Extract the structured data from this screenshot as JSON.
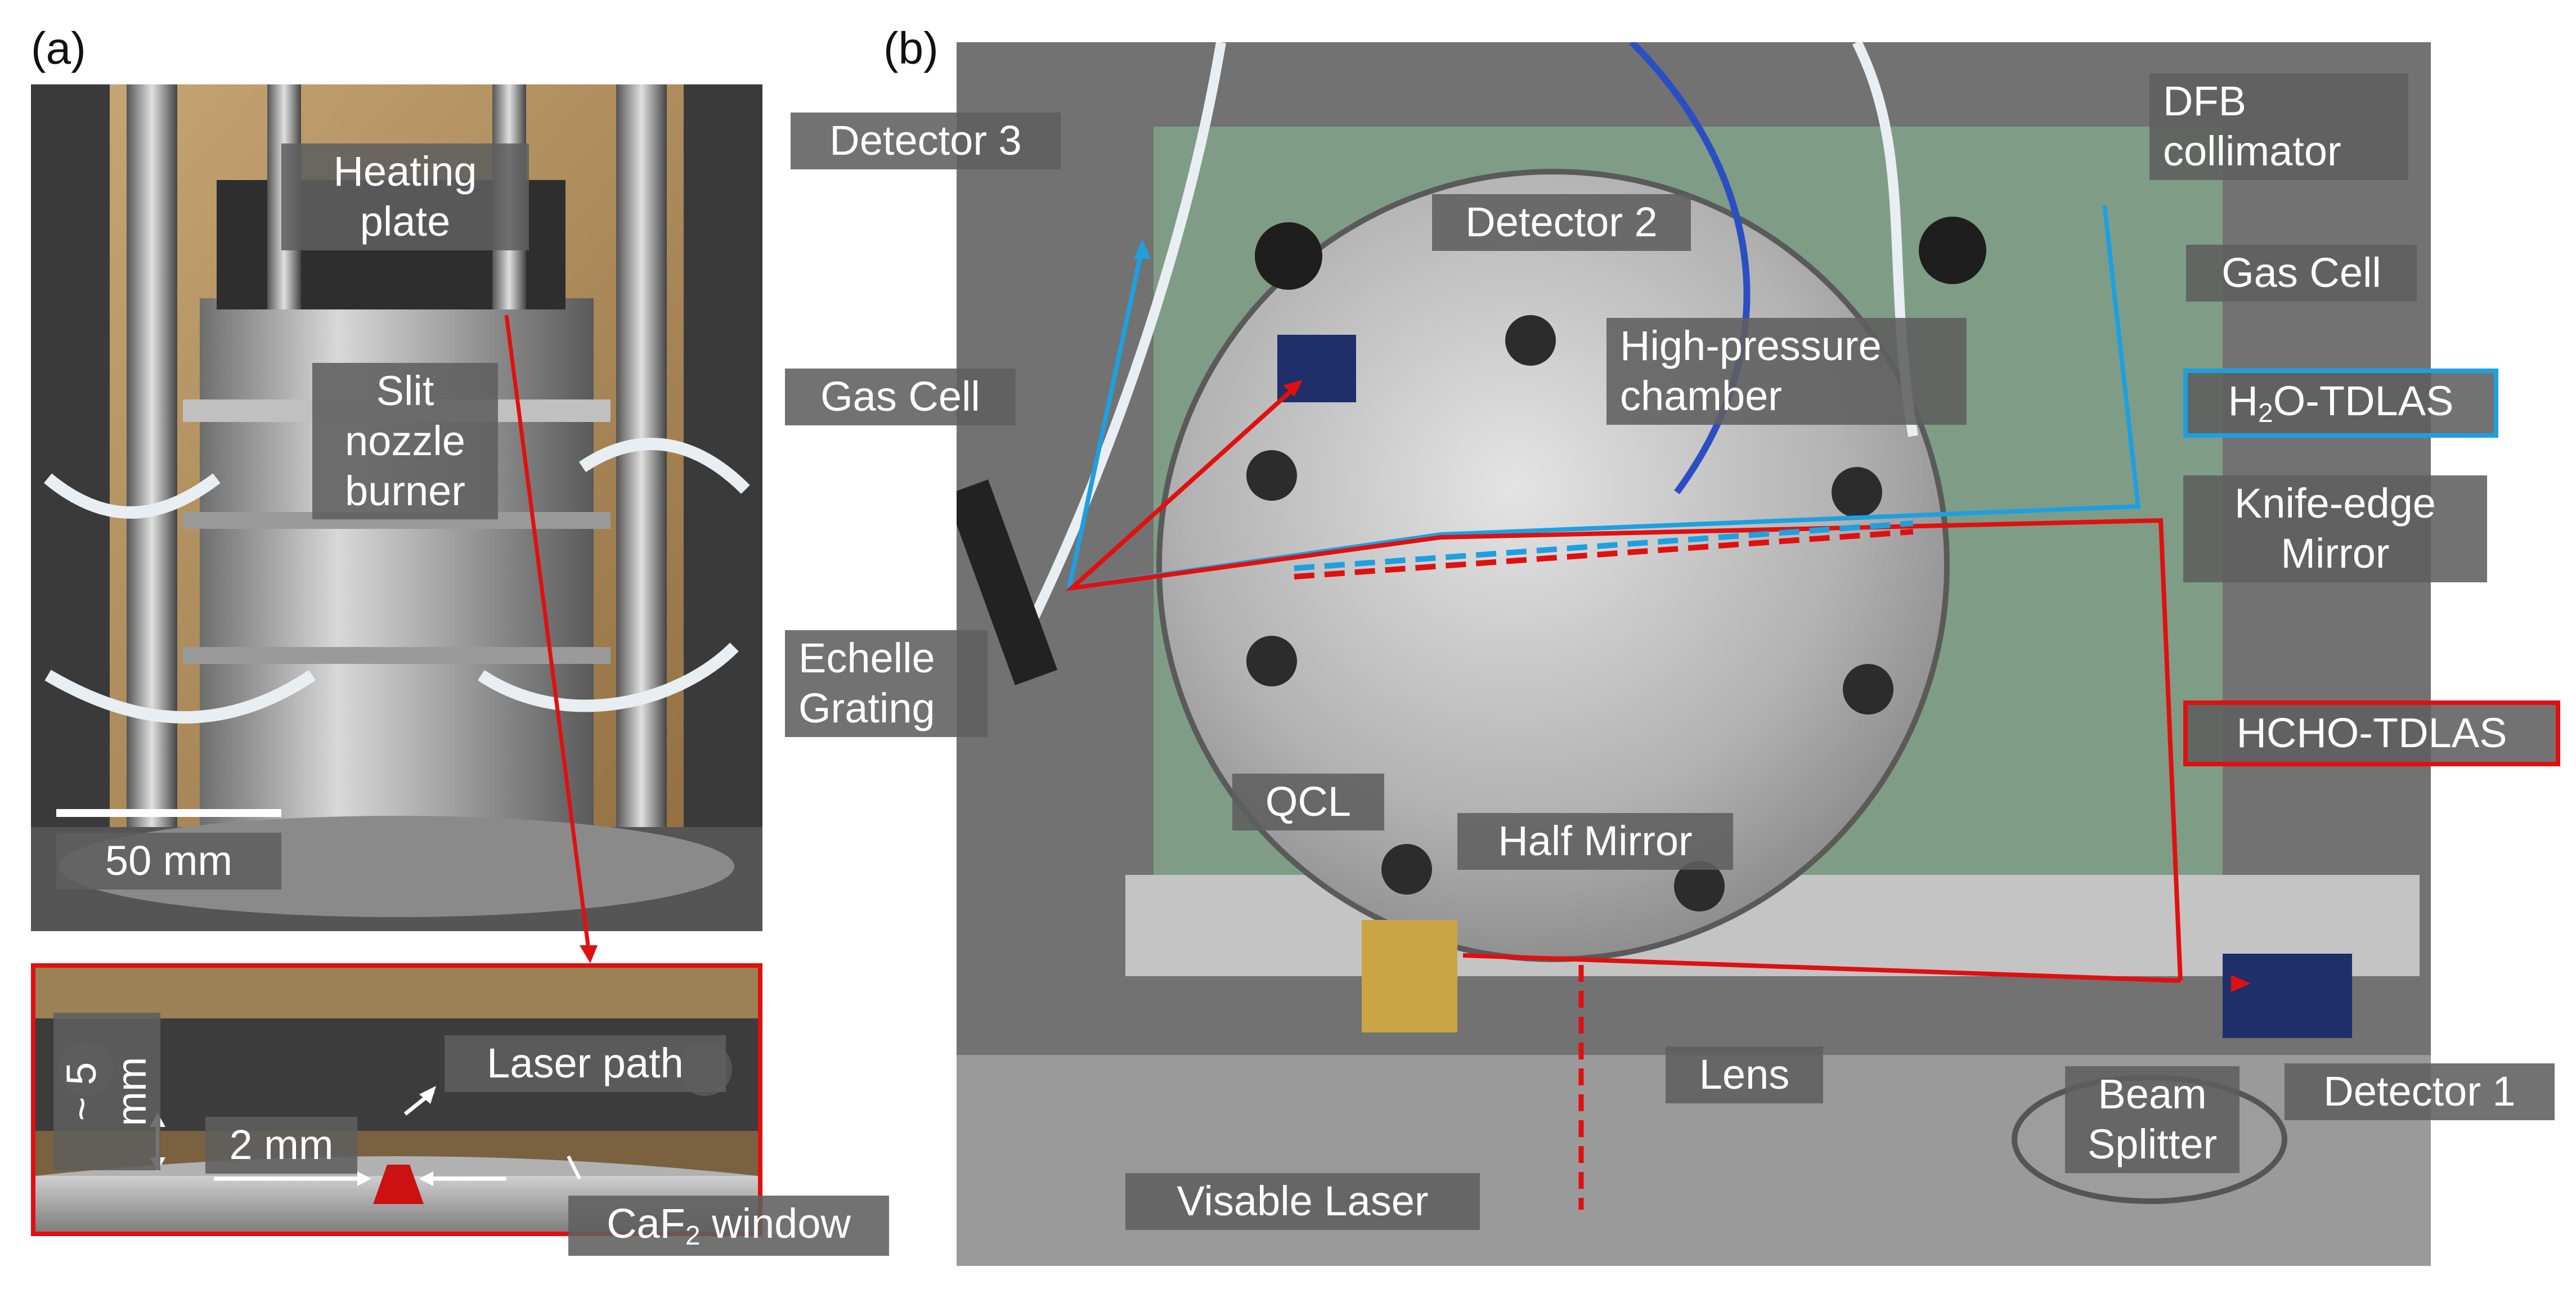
{
  "panel_a": {
    "letter": "(a)",
    "labels": {
      "heating_plate": "Heating\nplate",
      "burner": "Slit\nnozzle\nburner",
      "scale": "50 mm"
    },
    "inset": {
      "laser_path": "Laser path",
      "gap": "2 mm",
      "height": "~ 5 mm",
      "window_prefix": "CaF",
      "window_sub": "2",
      "window_suffix": " window"
    }
  },
  "panel_b": {
    "letter": "(b)",
    "labels": {
      "detector3": "Detector 3",
      "detector2": "Detector 2",
      "dfb": "DFB\ncollimator",
      "gas_cell_right": "Gas Cell",
      "gas_cell_left": "Gas Cell",
      "chamber": "High-pressure\nchamber",
      "h2o_prefix": "H",
      "h2o_sub": "2",
      "h2o_suffix": "O-TDLAS",
      "knife": "Knife-edge\nMirror",
      "echelle": "Echelle\nGrating",
      "hcho": "HCHO-TDLAS",
      "qcl": "QCL",
      "half_mirror": "Half Mirror",
      "lens": "Lens",
      "beam_splitter": "Beam\nSplitter",
      "detector1": "Detector 1",
      "visible_laser": "Visable Laser"
    }
  },
  "colors": {
    "red_beam": "#e01010",
    "blue_beam": "#1ea0e0"
  }
}
